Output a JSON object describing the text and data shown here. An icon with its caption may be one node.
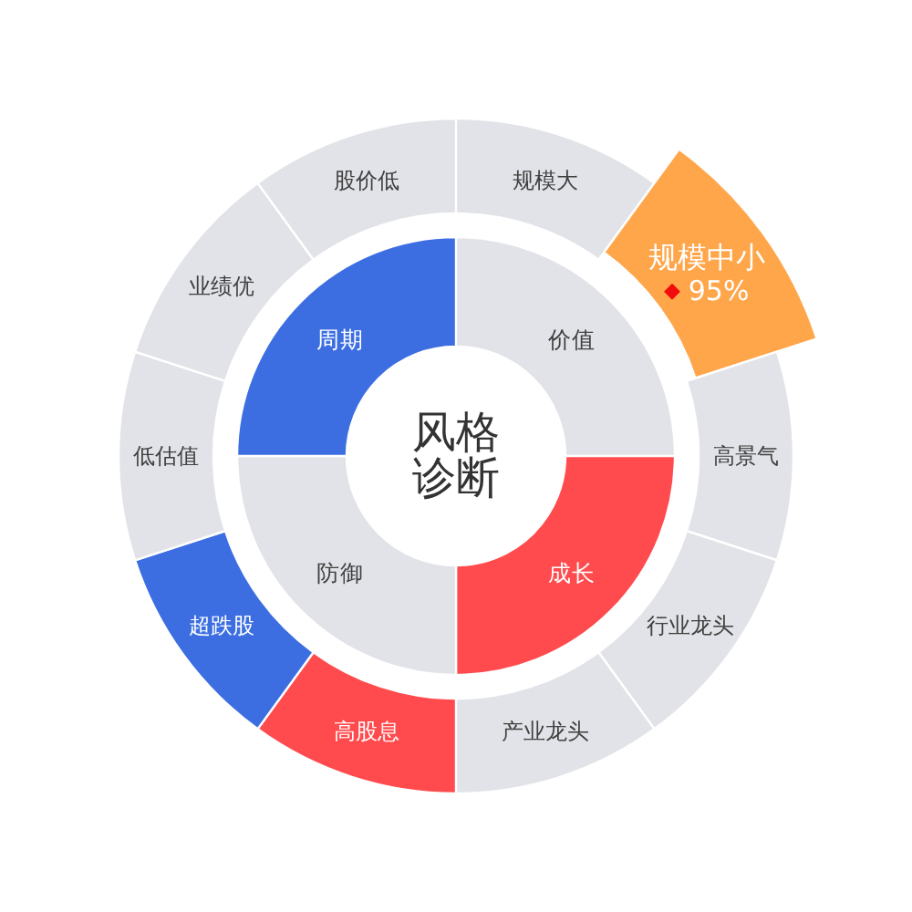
{
  "diagram": {
    "nodes": [
      {
        "text": [
          "风格诊断"
        ]
      },
      {
        "text": [
          "价值"
        ]
      },
      {
        "text": [
          "成长"
        ]
      },
      {
        "text": [
          "防御"
        ]
      },
      {
        "text": [
          "周期"
        ]
      },
      {
        "text": [
          "规模大"
        ]
      },
      {
        "text": [
          "规模中小",
          "95%"
        ]
      },
      {
        "text": [
          "高景气"
        ]
      },
      {
        "text": [
          "行业龙头"
        ]
      },
      {
        "text": [
          "产业龙头"
        ]
      },
      {
        "text": [
          "高股息"
        ]
      },
      {
        "text": [
          "超跌股"
        ]
      },
      {
        "text": [
          "低估值"
        ]
      },
      {
        "text": [
          "业绩优"
        ]
      },
      {
        "text": [
          "股价低"
        ]
      }
    ]
  }
}
